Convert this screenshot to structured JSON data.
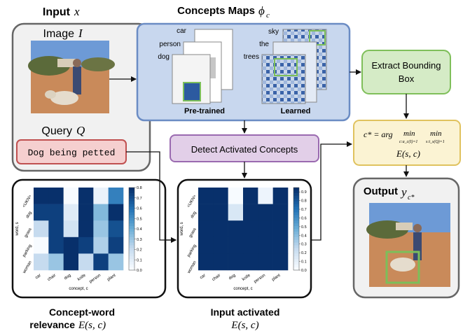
{
  "input_panel": {
    "title": "Input",
    "title_var": "x",
    "image_label": "Image",
    "image_var": "I",
    "query_label": "Query",
    "query_var": "Q",
    "query_text": "Dog being petted"
  },
  "concept_maps": {
    "title": "Concepts Maps",
    "title_var": "ϕ",
    "title_sub": "c",
    "pretrained": {
      "caption": "Pre-trained",
      "labels": [
        "car",
        "person",
        "dog"
      ]
    },
    "learned": {
      "caption": "Learned",
      "labels": [
        "sky",
        "the",
        "trees"
      ]
    }
  },
  "steps": {
    "detect": "Detect Activated Concepts",
    "extract": "Extract Bounding Box",
    "formula": {
      "lhs": "c* = arg",
      "min1": "min",
      "min1_sub": "c:a_c(I)=1",
      "min2": "min",
      "min2_sub": "s:t_s(Q)=1",
      "body": "E(s, c)"
    }
  },
  "output_panel": {
    "title": "Output",
    "title_var": "y",
    "title_sub": "c*"
  },
  "captions": {
    "relevance_line1": "Concept-word",
    "relevance_line2": "relevance",
    "relevance_expr": "E(s, c)",
    "activated_line1": "Input activated",
    "activated_expr": "E(s, c)"
  },
  "chart_data": [
    {
      "type": "heatmap",
      "xlabel": "concept, c",
      "ylabel": "word, s",
      "categories_x": [
        "car",
        "chair",
        "dog",
        "knife",
        "person",
        "plant"
      ],
      "categories_y": [
        "<UKN>",
        "dog",
        "grass",
        "parking",
        "woman"
      ],
      "values": [
        [
          0.8,
          0.8,
          0.0,
          0.8,
          0.05,
          0.55
        ],
        [
          0.75,
          0.75,
          0.1,
          0.8,
          0.35,
          0.8
        ],
        [
          0.2,
          0.75,
          0.15,
          0.8,
          0.3,
          0.7
        ],
        [
          0.0,
          0.75,
          0.8,
          0.75,
          0.25,
          0.75
        ],
        [
          0.2,
          0.3,
          0.8,
          0.2,
          0.75,
          0.3
        ]
      ],
      "colorbar_ticks": [
        "0.0",
        "0.1",
        "0.2",
        "0.3",
        "0.4",
        "0.5",
        "0.6",
        "0.7",
        "0.8"
      ],
      "range": [
        0,
        0.8
      ]
    },
    {
      "type": "heatmap",
      "xlabel": "concept, c",
      "ylabel": "word, s",
      "categories_x": [
        "car",
        "chair",
        "dog",
        "knife",
        "person",
        "plant"
      ],
      "categories_y": [
        "<UKN>",
        "dog",
        "grass",
        "parking",
        "woman"
      ],
      "values": [
        [
          0.95,
          0.95,
          0.0,
          0.95,
          0.05,
          0.95
        ],
        [
          0.95,
          0.95,
          0.15,
          0.95,
          0.95,
          0.95
        ],
        [
          0.95,
          0.95,
          0.95,
          0.95,
          0.95,
          0.95
        ],
        [
          0.95,
          0.95,
          0.95,
          0.95,
          0.95,
          0.95
        ],
        [
          0.95,
          0.95,
          0.95,
          0.95,
          0.95,
          0.95
        ]
      ],
      "colorbar_ticks": [
        "0.0",
        "0.1",
        "0.2",
        "0.3",
        "0.4",
        "0.5",
        "0.6",
        "0.7",
        "0.8",
        "0.9"
      ],
      "range": [
        0,
        0.95
      ]
    }
  ]
}
